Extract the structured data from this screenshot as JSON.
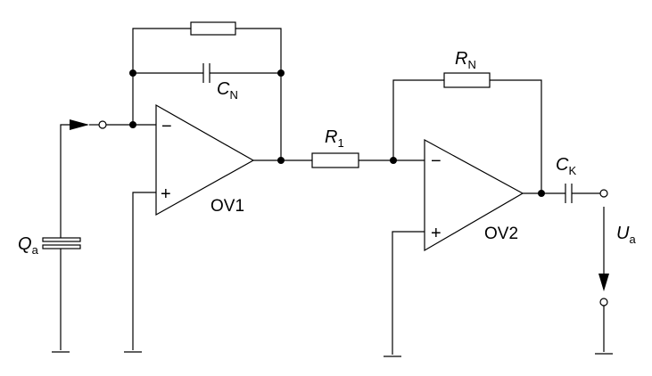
{
  "labels": {
    "qa": "Q",
    "qa_sub": "a",
    "cn": "C",
    "cn_sub": "N",
    "r1": "R",
    "r1_sub": "1",
    "rn": "R",
    "rn_sub": "N",
    "ck": "C",
    "ck_sub": "K",
    "ua": "U",
    "ua_sub": "a",
    "ov1": "OV1",
    "ov2": "OV2",
    "minus": "−",
    "plus": "+"
  }
}
